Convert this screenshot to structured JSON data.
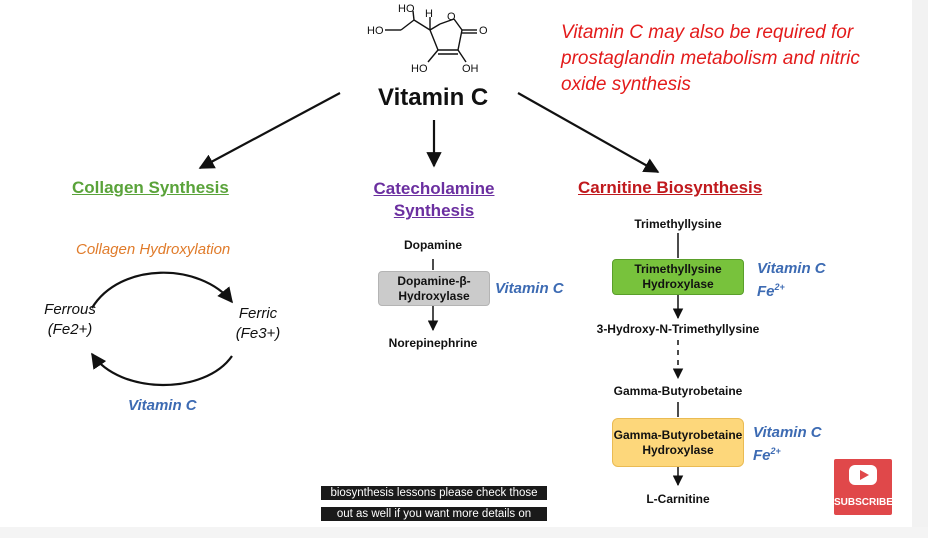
{
  "title": "Vitamin C",
  "note": "Vitamin C may also be required for prostaglandin metabolism and nitric oxide synthesis",
  "molecule": {
    "labels": [
      "HO",
      "HO",
      "H",
      "O",
      "O",
      "HO",
      "OH"
    ]
  },
  "collagen": {
    "heading": "Collagen Synthesis",
    "process": "Collagen Hydroxylation",
    "left_state": [
      "Ferrous",
      "(Fe2+)"
    ],
    "right_state": [
      "Ferric",
      "(Fe3+)"
    ],
    "cofactor": "Vitamin C"
  },
  "catecholamine": {
    "heading": "Catecholamine Synthesis",
    "substrate": "Dopamine",
    "enzyme": "Dopamine-β-Hydroxylase",
    "cofactor": "Vitamin C",
    "product": "Norepinephrine"
  },
  "carnitine": {
    "heading": "Carnitine Biosynthesis",
    "steps": [
      "Trimethyllysine",
      "3-Hydroxy-N-Trimethyllysine",
      "Gamma-Butyrobetaine",
      "L-Carnitine"
    ],
    "enzyme1": "Trimethyllysine Hydroxylase",
    "enzyme2": "Gamma-Butyrobetaine Hydroxylase",
    "cofactor_vit": "Vitamin C",
    "cofactor_fe_base": "Fe",
    "cofactor_fe_sup": "2+"
  },
  "captions": [
    "biosynthesis lessons please check those",
    "out as well if you want more details on"
  ],
  "subscribe": {
    "label": "SUBSCRIBE",
    "icon": "play-icon"
  },
  "colors": {
    "collagen": "#5aa33a",
    "catecholamine": "#6b2fa0",
    "carnitine": "#c0191d",
    "note": "#e31b1b",
    "cofactor": "#3d6bb3",
    "process": "#e07b2a",
    "enzyme1_box": "#78c23c",
    "enzyme2_box": "#fdd77b",
    "dbh_box": "#cbcbcb",
    "subscribe": "#e0484a"
  }
}
